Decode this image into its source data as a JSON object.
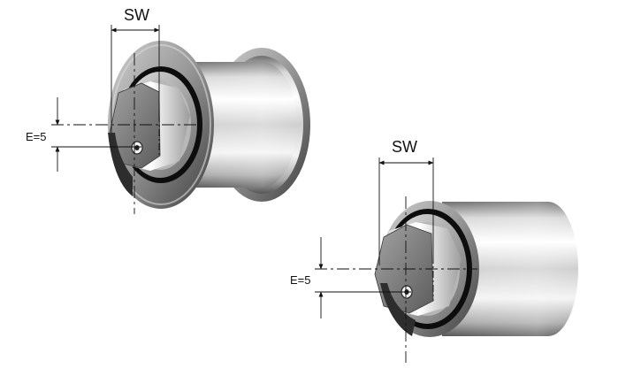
{
  "diagram": {
    "background": "#ffffff",
    "line_color": "#111111",
    "metal_light": "#f2f2f2",
    "metal_mid": "#b9b9b9",
    "metal_dark": "#5a5a5a",
    "seal_color": "#0d0d0d",
    "flanged_roller": {
      "width_label": "SW",
      "eccentricity_label": "E=5"
    },
    "plain_roller": {
      "width_label": "SW",
      "eccentricity_label": "E=5"
    }
  }
}
